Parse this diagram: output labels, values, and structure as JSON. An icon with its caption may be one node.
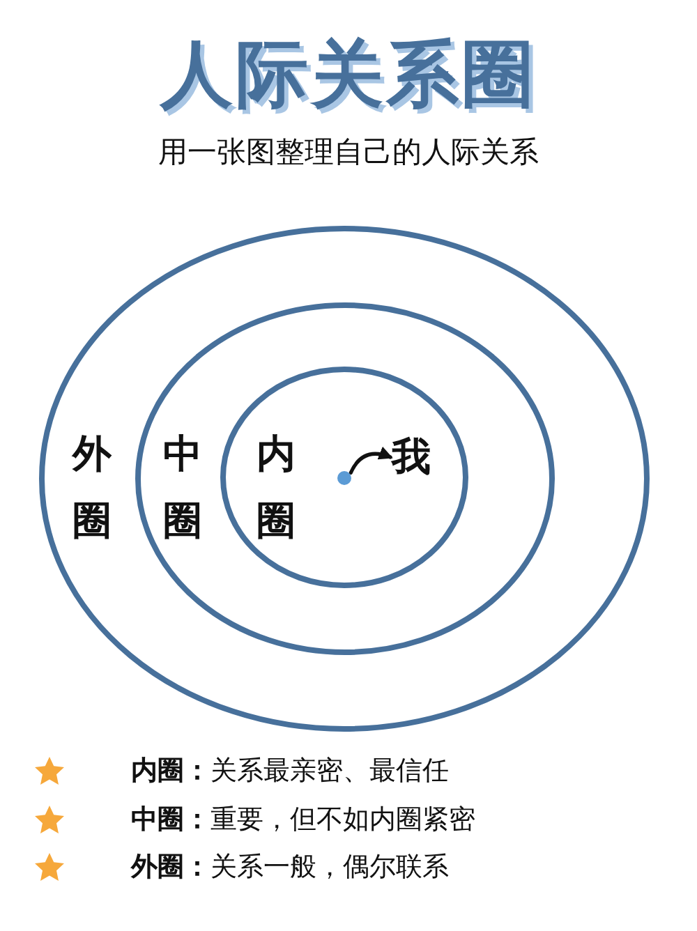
{
  "diagram": {
    "title": "人际关系圈",
    "nodes": [
      {
        "text": [
          "外圈"
        ]
      },
      {
        "text": [
          "中圈"
        ],
        "in": 0
      },
      {
        "text": [
          "内圈"
        ],
        "in": 1
      },
      {
        "text": [],
        "shape": "circle",
        "in": 2
      },
      {
        "text": [
          "我"
        ],
        "in": 2
      }
    ],
    "edges": [
      {
        "from": 3,
        "to": 4,
        "arrow": "to"
      }
    ],
    "labels": [
      "用一张图整理自己的人际关系",
      "**内圈：**关系最亲密、最信任",
      "**中圈：**重要，但不如内圈紧密",
      "**外圈：**关系一般，偶尔联系"
    ]
  }
}
